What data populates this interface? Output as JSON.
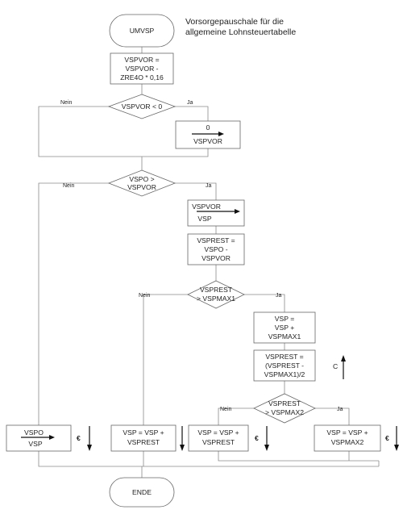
{
  "title_note": [
    "Vorsorgepauschale für die",
    "allgemeine Lohnsteuertabelle"
  ],
  "start": "UMVSP",
  "end": "ENDE",
  "step1": [
    "VSPVOR =",
    "VSPVOR -",
    "ZRE4O * 0,16"
  ],
  "dec1": [
    "VSPVOR < 0"
  ],
  "dec1_no": "Nein",
  "dec1_yes": "Ja",
  "assign1": {
    "value": "0",
    "target": "VSPVOR"
  },
  "dec2": [
    "VSPO >",
    "VSPVOR"
  ],
  "dec2_no": "Nein",
  "dec2_yes": "Ja",
  "assign2": {
    "value": "VSPVOR",
    "target": "VSP"
  },
  "step_rest": [
    "VSPREST =",
    "VSPO -",
    "VSPVOR"
  ],
  "dec3": [
    "VSPREST",
    "> VSPMAX1"
  ],
  "dec3_no": "Nein",
  "dec3_yes": "Ja",
  "step_max1": [
    "VSP =",
    "VSP +",
    "VSPMAX1"
  ],
  "step_rest2": [
    "VSPREST =",
    "(VSPREST -",
    "VSPMAX1)/2"
  ],
  "loop_label": "C",
  "dec4": [
    "VSPREST",
    "> VSPMAX2"
  ],
  "dec4_no": "Nein",
  "dec4_yes": "Ja",
  "end_a": {
    "value": "VSPO",
    "target": "VSP"
  },
  "end_b": [
    "VSP = VSP +",
    "VSPREST"
  ],
  "end_c": [
    "VSP = VSP +",
    "VSPREST"
  ],
  "end_d": [
    "VSP = VSP +",
    "VSPMAX2"
  ],
  "euro": "€"
}
